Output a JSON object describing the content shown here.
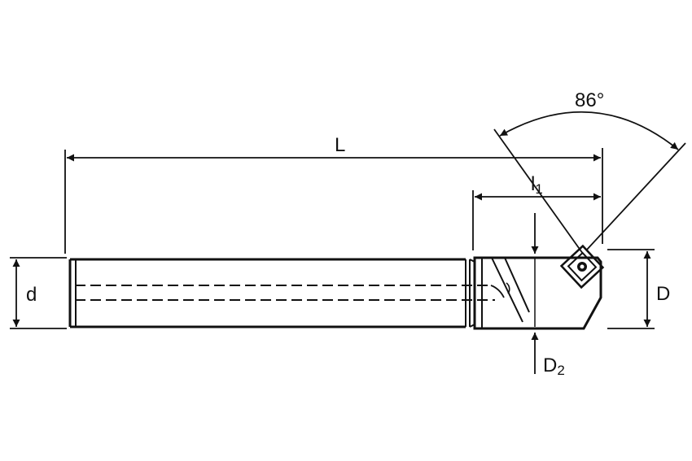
{
  "labels": {
    "overall_length": "L",
    "head_length_main": "l",
    "head_length_sub": "1",
    "shank_diameter": "d",
    "head_diameter": "D",
    "neck_diameter_main": "D",
    "neck_diameter_sub": "2",
    "insert_angle": "86°"
  },
  "colors": {
    "ink": "#111111",
    "paper": "#ffffff"
  }
}
